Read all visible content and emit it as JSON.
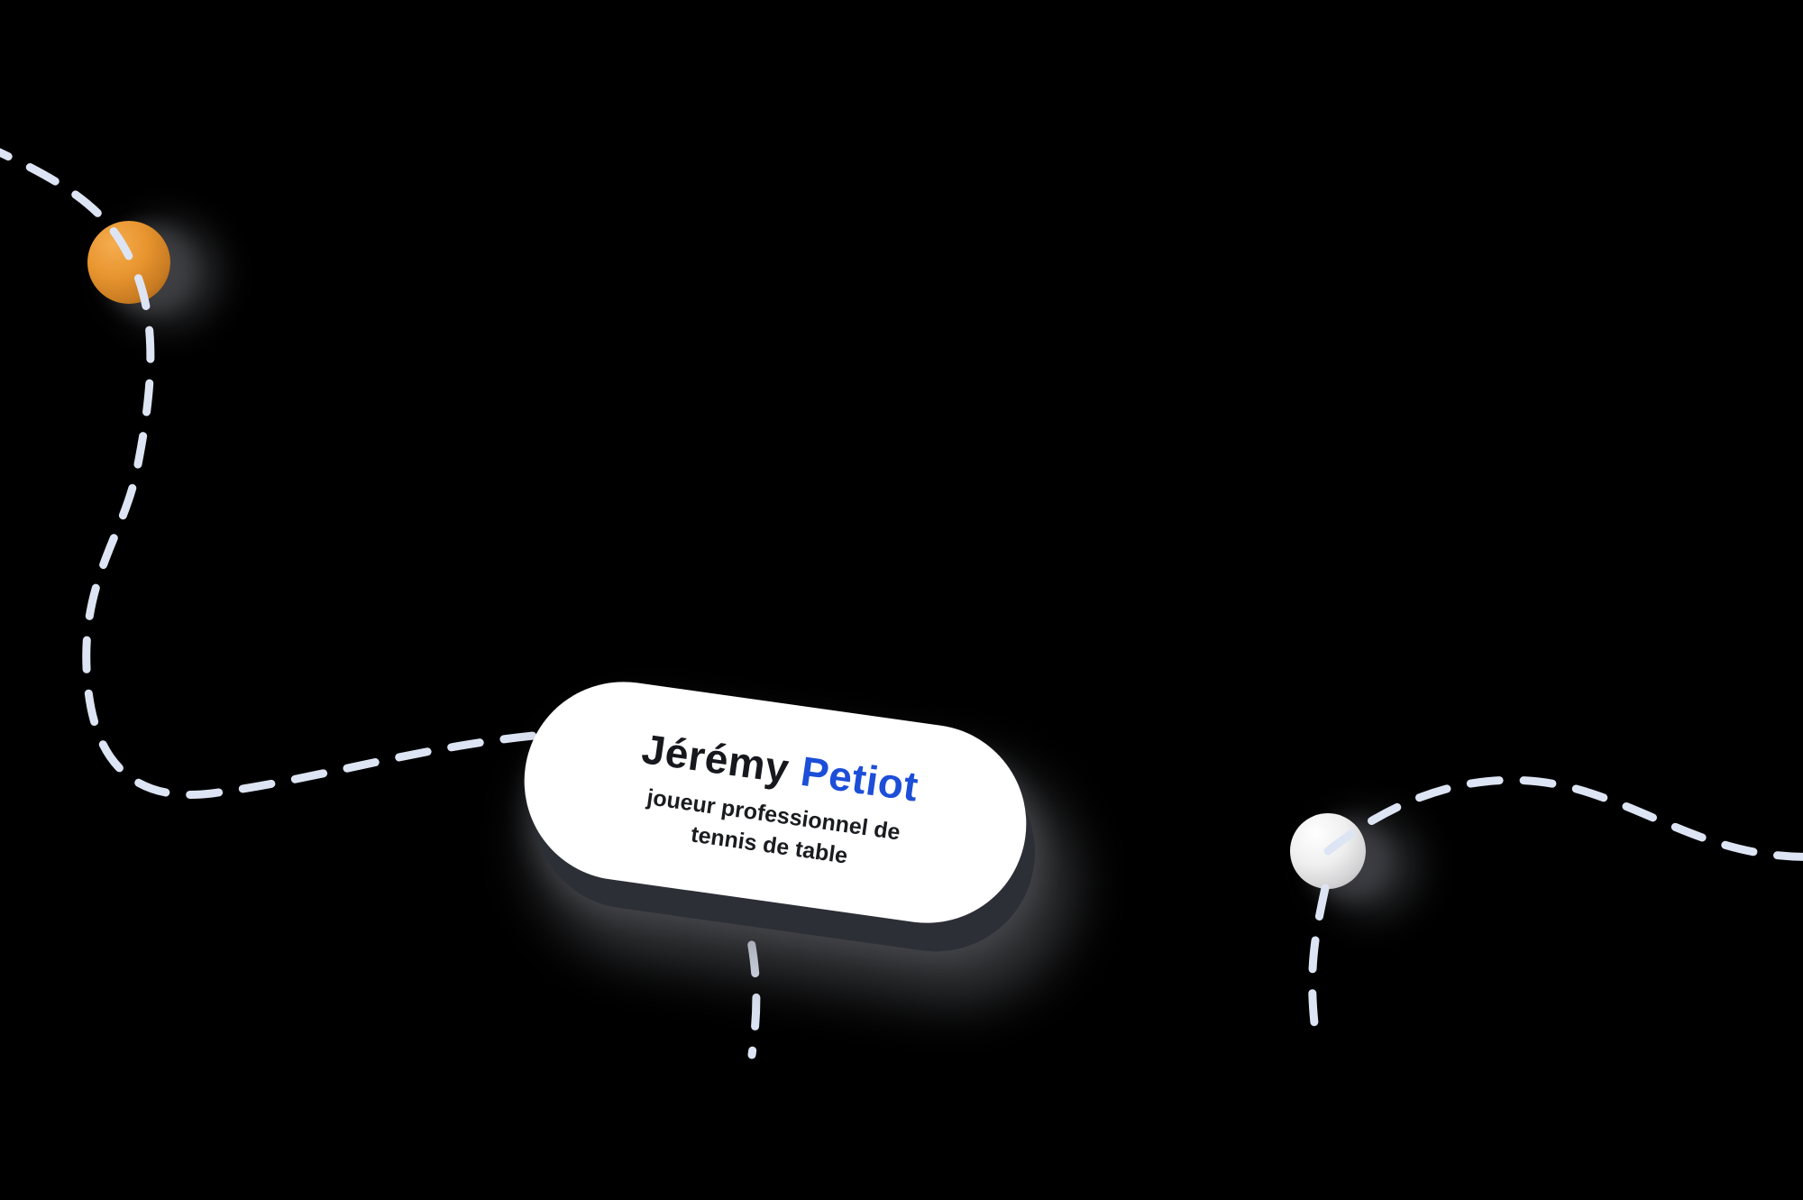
{
  "card": {
    "first_name": "Jérémy",
    "last_name": "Petiot",
    "subtitle_line1": "joueur professionnel de",
    "subtitle_line2": "tennis de table"
  },
  "decorations": {
    "orange_ball": "orange-ball",
    "white_ball": "white-ball",
    "dashed_path": "dashed-trajectory-line"
  },
  "colors": {
    "background": "#000000",
    "dash": "#dde4f3",
    "name_dark": "#17181d",
    "name_blue": "#1c4ed8",
    "ball_orange": "#e8952f",
    "ball_white": "#efefef",
    "card_background": "#ffffff",
    "card_back_shadow": "#2c2f36"
  }
}
